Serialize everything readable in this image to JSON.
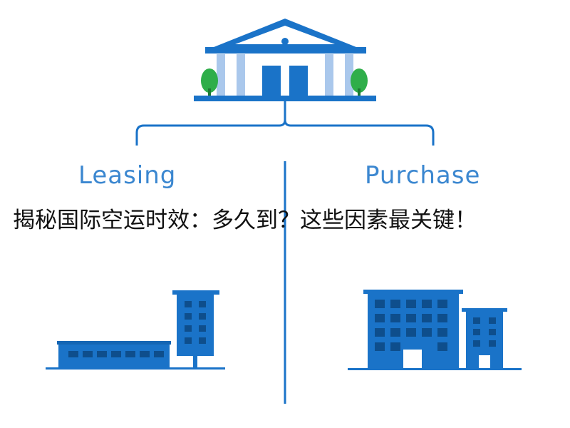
{
  "labels": {
    "left": "Leasing",
    "right": "Purchase"
  },
  "headline": "揭秘国际空运时效：多久到？这些因素最关键！",
  "icons": {
    "top": "bank-icon",
    "left": "leased-buildings-icon",
    "right": "purchased-buildings-icon"
  },
  "colors": {
    "primary": "#1a73c8",
    "light": "#aac8ec",
    "tree": "#2fae4a"
  }
}
